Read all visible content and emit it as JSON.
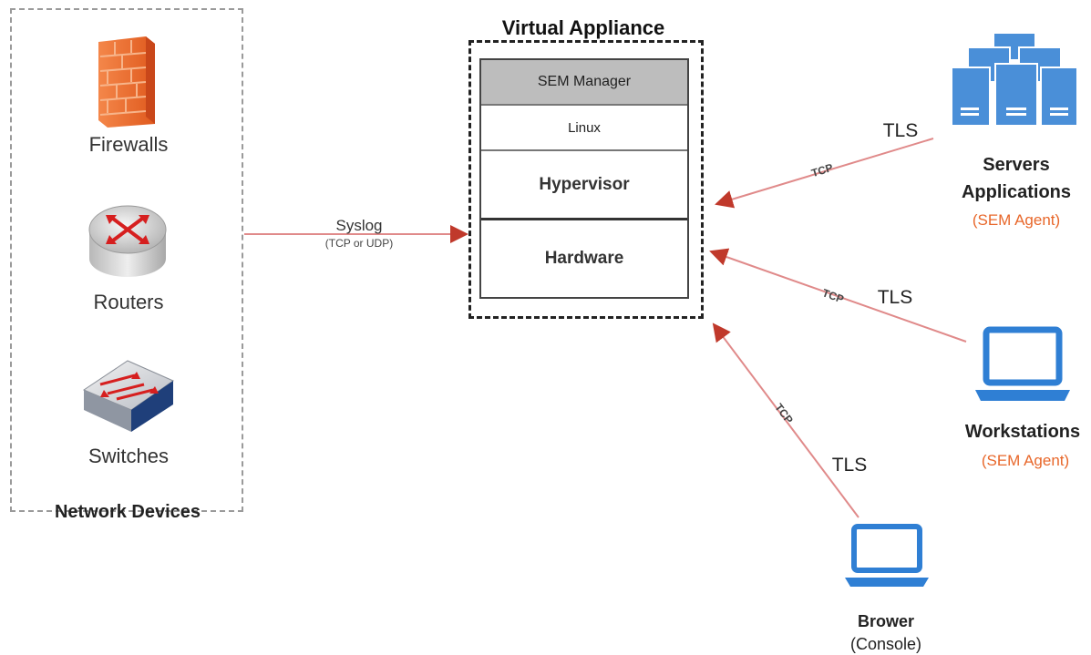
{
  "network_devices": {
    "title": "Network Devices",
    "items": [
      {
        "label": "Firewalls",
        "icon": "firewall-icon"
      },
      {
        "label": "Routers",
        "icon": "router-icon"
      },
      {
        "label": "Switches",
        "icon": "switch-icon"
      }
    ]
  },
  "virtual_appliance": {
    "title": "Virtual Appliance",
    "layers": [
      "SEM Manager",
      "Linux",
      "Hypervisor",
      "Hardware"
    ]
  },
  "syslog_edge": {
    "label": "Syslog",
    "sublabel": "(TCP or UDP)"
  },
  "servers": {
    "line1": "Servers",
    "line2": "Applications",
    "agent": "(SEM Agent)",
    "protocol": "TCP",
    "security": "TLS",
    "icon": "server-rack-icon"
  },
  "workstations": {
    "label": "Workstations",
    "agent": "(SEM Agent)",
    "protocol": "TCP",
    "security": "TLS",
    "icon": "laptop-icon"
  },
  "browser": {
    "label": "Brower",
    "sublabel": "(Console)",
    "protocol": "TCP",
    "security": "TLS",
    "icon": "laptop-icon"
  },
  "colors": {
    "edge": "#d46a6a",
    "agent": "#e8672a",
    "device_blue": "#2f7fd4",
    "firewall": "#e8672a"
  }
}
